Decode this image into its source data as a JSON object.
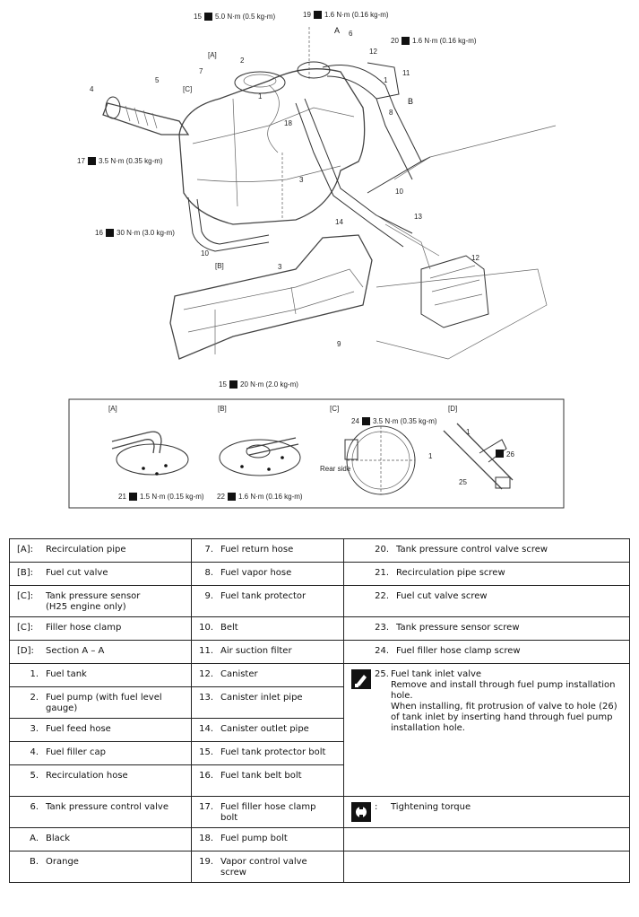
{
  "diagram": {
    "torque_labels": {
      "t15a": "5.0 N·m (0.5 kg-m)",
      "t19": "1.6 N·m (0.16 kg-m)",
      "t20": "1.6 N·m (0.16 kg-m)",
      "t17": "3.5 N·m (0.35 kg-m)",
      "t16": "30 N·m (3.0 kg-m)",
      "t15b": "20 N·m (2.0 kg-m)",
      "t24": "3.5 N·m (0.35 kg-m)",
      "t21": "1.5 N·m (0.15 kg-m)",
      "t22": "1.6 N·m (0.16 kg-m)"
    },
    "callouts": [
      "1",
      "2",
      "3",
      "4",
      "5",
      "6",
      "7",
      "8",
      "9",
      "10",
      "11",
      "12",
      "13",
      "14",
      "15",
      "16",
      "17",
      "18",
      "19",
      "20",
      "21",
      "22",
      "24",
      "25",
      "26"
    ],
    "letters": [
      "A",
      "B"
    ],
    "section_labels": [
      "[A]",
      "[B]",
      "[C]",
      "[D]"
    ],
    "rear_side": "Rear side"
  },
  "legend": {
    "rows": [
      [
        {
          "key": "[A]:",
          "text": "Recirculation pipe"
        },
        {
          "key": "7.",
          "text": "Fuel return hose"
        },
        {
          "key": "20.",
          "text": "Tank pressure control valve screw"
        }
      ],
      [
        {
          "key": "[B]:",
          "text": "Fuel cut valve"
        },
        {
          "key": "8.",
          "text": "Fuel vapor hose"
        },
        {
          "key": "21.",
          "text": "Recirculation pipe screw"
        }
      ],
      [
        {
          "key": "[C]:",
          "text": "Tank pressure sensor\n(H25 engine only)"
        },
        {
          "key": "9.",
          "text": "Fuel tank protector"
        },
        {
          "key": "22.",
          "text": "Fuel cut valve screw"
        }
      ],
      [
        {
          "key": "[C]:",
          "text": "Filler hose clamp"
        },
        {
          "key": "10.",
          "text": "Belt"
        },
        {
          "key": "23.",
          "text": "Tank pressure sensor screw"
        }
      ],
      [
        {
          "key": "[D]:",
          "text": "Section A – A"
        },
        {
          "key": "11.",
          "text": "Air suction filter"
        },
        {
          "key": "24.",
          "text": "Fuel filler hose clamp screw"
        }
      ],
      [
        {
          "key": "1.",
          "text": "Fuel tank"
        },
        {
          "key": "12.",
          "text": "Canister"
        },
        {
          "key": "25.",
          "text": "Fuel tank inlet valve\nRemove and install through fuel pump installation hole.\nWhen installing, fit protrusion of valve to hole (26) of tank inlet by inserting hand through fuel pump installation hole."
        }
      ],
      [
        {
          "key": "2.",
          "text": "Fuel pump (with fuel level\ngauge)"
        },
        {
          "key": "13.",
          "text": "Canister inlet pipe"
        }
      ],
      [
        {
          "key": "3.",
          "text": "Fuel feed hose"
        },
        {
          "key": "14.",
          "text": "Canister outlet pipe"
        }
      ],
      [
        {
          "key": "4.",
          "text": "Fuel filler cap"
        },
        {
          "key": "15.",
          "text": "Fuel tank protector bolt"
        }
      ],
      [
        {
          "key": "5.",
          "text": "Recirculation hose"
        },
        {
          "key": "16.",
          "text": "Fuel tank belt bolt"
        }
      ],
      [
        {
          "key": "6.",
          "text": "Tank pressure control valve"
        },
        {
          "key": "17.",
          "text": "Fuel filler hose clamp\nbolt"
        },
        {
          "key": ":",
          "text": "Tightening torque"
        }
      ],
      [
        {
          "key": "A.",
          "text": "Black"
        },
        {
          "key": "18.",
          "text": "Fuel pump bolt"
        },
        {
          "key": "",
          "text": ""
        }
      ],
      [
        {
          "key": "B.",
          "text": "Orange"
        },
        {
          "key": "19.",
          "text": "Vapor control valve\nscrew"
        },
        {
          "key": "",
          "text": ""
        }
      ]
    ]
  }
}
